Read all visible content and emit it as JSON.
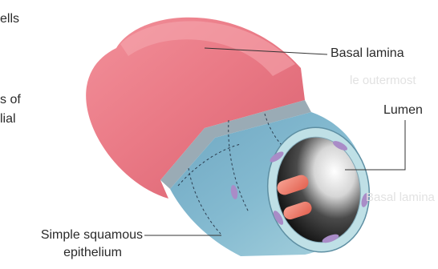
{
  "labels": {
    "basal_lamina": "Basal lamina",
    "lumen": "Lumen",
    "simple_squamous_line1": "Simple squamous",
    "simple_squamous_line2": "epithelium"
  },
  "cropped_fragments": {
    "top_left": "ells",
    "mid_left_1": "s of",
    "mid_left_2": "lial"
  },
  "faint_show_through": {
    "right_1": "le outermost",
    "right_2": "Basal lamina"
  },
  "colors": {
    "outer_layer": "#e97b87",
    "basal_band": "#9aabb5",
    "endothelium": "#7fb4cc",
    "endothelium_rim": "#bfe0e6",
    "nucleus": "#a98cc7",
    "lumen_dark": "#1c1c1c",
    "red_cells": "#ef7a6d"
  }
}
